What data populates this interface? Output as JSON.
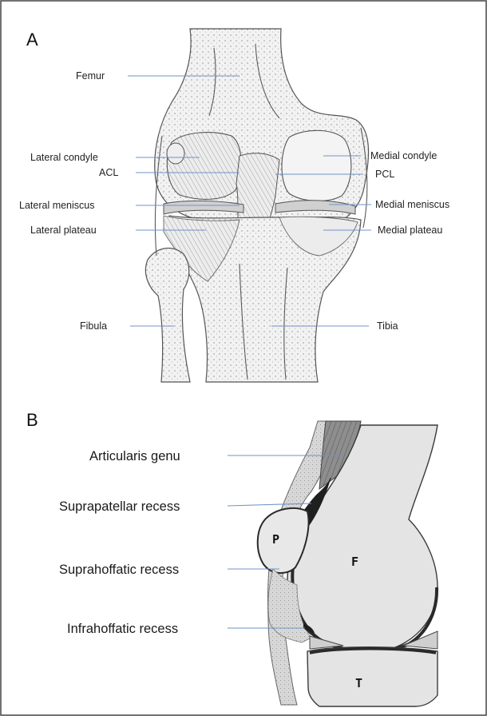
{
  "panel_a": {
    "letter": "A",
    "labels": {
      "femur": "Femur",
      "lateral_condyle": "Lateral condyle",
      "acl": "ACL",
      "lateral_meniscus": "Lateral meniscus",
      "lateral_plateau": "Lateral plateau",
      "fibula": "Fibula",
      "medial_condyle": "Medial condyle",
      "pcl": "PCL",
      "medial_meniscus": "Medial meniscus",
      "medial_plateau": "Medial plateau",
      "tibia": "Tibia"
    }
  },
  "panel_b": {
    "letter": "B",
    "labels": {
      "articularis_genu": "Articularis genu",
      "suprapatellar_recess": "Suprapatellar recess",
      "suprahoffatic_recess": "Suprahoffatic recess",
      "infrahoffatic_recess": "Infrahoffatic recess"
    },
    "bone_letters": {
      "patella": "P",
      "femur": "F",
      "tibia": "T"
    }
  },
  "colors": {
    "leader_line": "#6f93c8",
    "frame": "#444444",
    "bone_fill": "#e4e4e4",
    "cartilage": "#2a2a2a"
  }
}
